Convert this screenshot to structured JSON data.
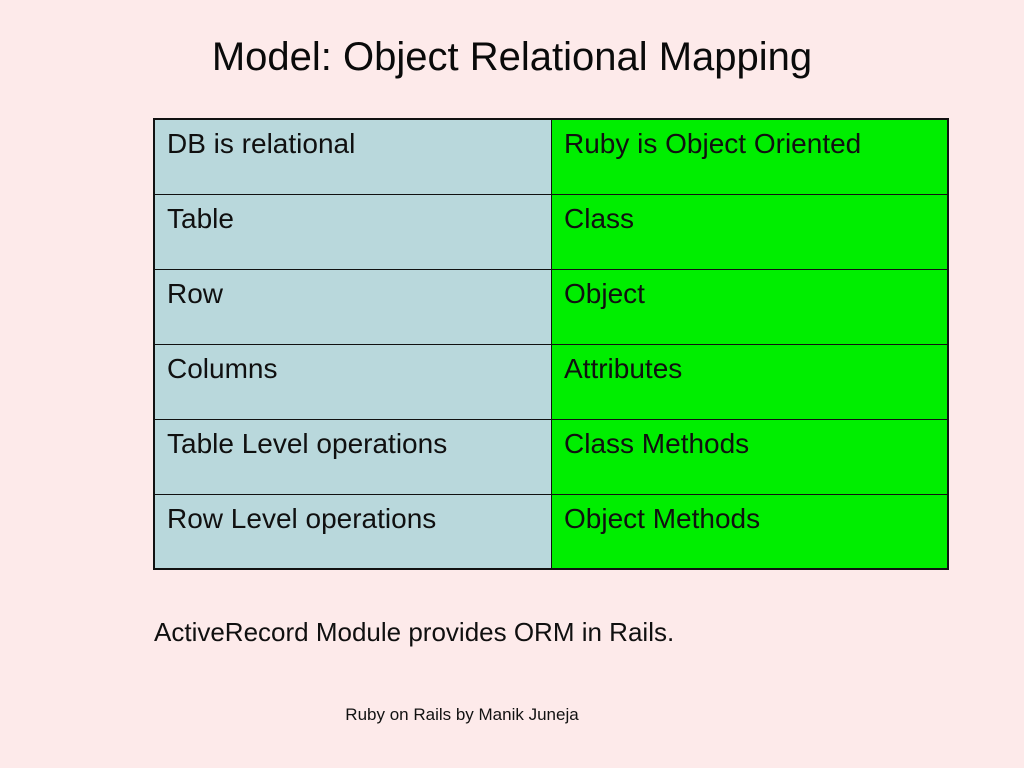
{
  "slide": {
    "title": "Model: Object Relational Mapping",
    "background_color": "#fdeaea",
    "caption": "ActiveRecord Module provides ORM in Rails.",
    "footer": "Ruby on Rails by Manik Juneja"
  },
  "table": {
    "left_column_color": "#b9d8dc",
    "right_column_color": "#00ee00",
    "border_color": "#111111",
    "rows": [
      {
        "left": "DB is relational",
        "right": "Ruby is Object Oriented"
      },
      {
        "left": "Table",
        "right": "Class"
      },
      {
        "left": "Row",
        "right": "Object"
      },
      {
        "left": "Columns",
        "right": "Attributes"
      },
      {
        "left": "Table Level operations",
        "right": "Class Methods"
      },
      {
        "left": "Row Level operations",
        "right": "Object Methods"
      }
    ]
  }
}
